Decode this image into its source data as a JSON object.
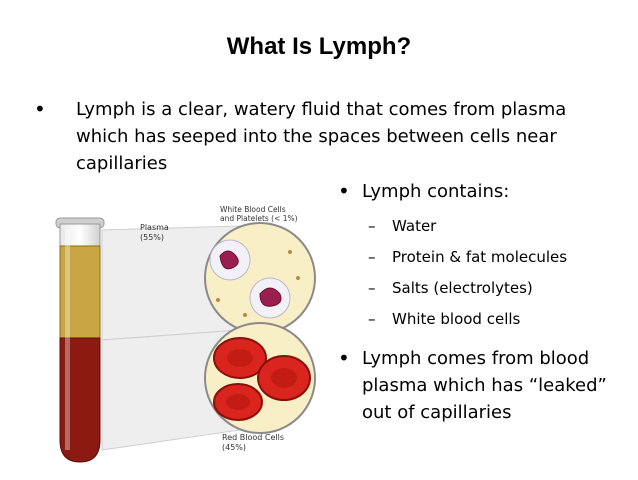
{
  "slide": {
    "title": "What Is Lymph?",
    "main_bullet": "Lymph is a clear, watery fluid that comes from plasma which has seeped into the spaces between cells near capillaries",
    "right_bullets": [
      {
        "text": "Lymph contains:",
        "sub_items": [
          "Water",
          "Protein & fat molecules",
          "Salts (electrolytes)",
          "White blood cells"
        ]
      },
      {
        "text": "Lymph comes from blood plasma which has “leaked” out of capillaries",
        "sub_items": []
      }
    ],
    "bullet_glyph": "•",
    "dash_glyph": "–"
  },
  "figure": {
    "labels": {
      "plasma": "Plasma",
      "plasma_pct": "(55%)",
      "wbc": "White Blood Cells",
      "wbc_pct": "and Platelets (< 1%)",
      "rbc": "Red Blood Cells",
      "rbc_pct": "(45%)"
    },
    "colors": {
      "plasma": "#c9a544",
      "red_cells": "#8b1a12",
      "rbc_fill": "#d9251e",
      "wbc_nucleus": "#9b1f4d",
      "circle_bg": "#f8efc7"
    }
  }
}
